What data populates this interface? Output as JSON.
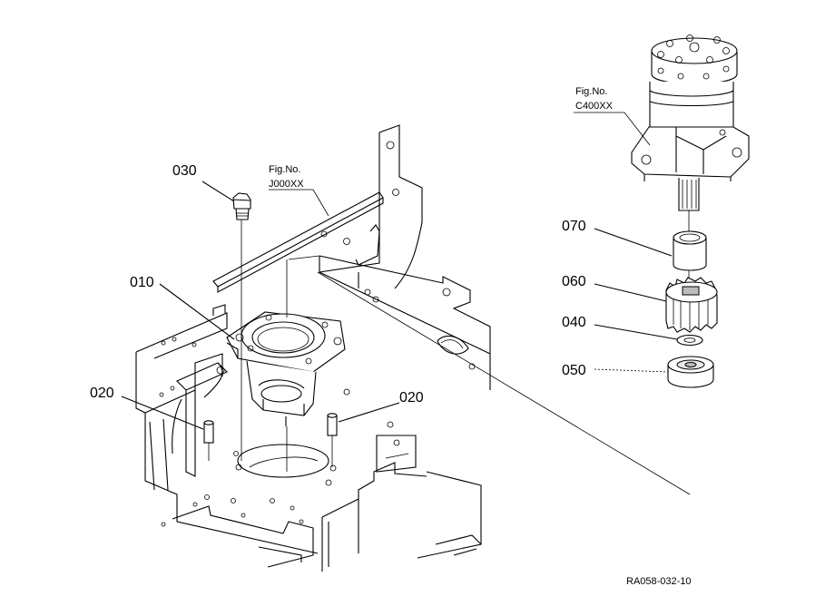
{
  "diagram": {
    "callouts": [
      {
        "id": "030",
        "label": "030"
      },
      {
        "id": "010",
        "label": "010"
      },
      {
        "id": "020a",
        "label": "020"
      },
      {
        "id": "020b",
        "label": "020"
      },
      {
        "id": "070",
        "label": "070"
      },
      {
        "id": "060",
        "label": "060"
      },
      {
        "id": "040",
        "label": "040"
      },
      {
        "id": "050",
        "label": "050"
      }
    ],
    "fig_refs": [
      {
        "title": "Fig.No.",
        "code": "J000XX"
      },
      {
        "title": "Fig.No.",
        "code": "C400XX"
      }
    ],
    "drawing_ref": "RA058-032-10"
  }
}
